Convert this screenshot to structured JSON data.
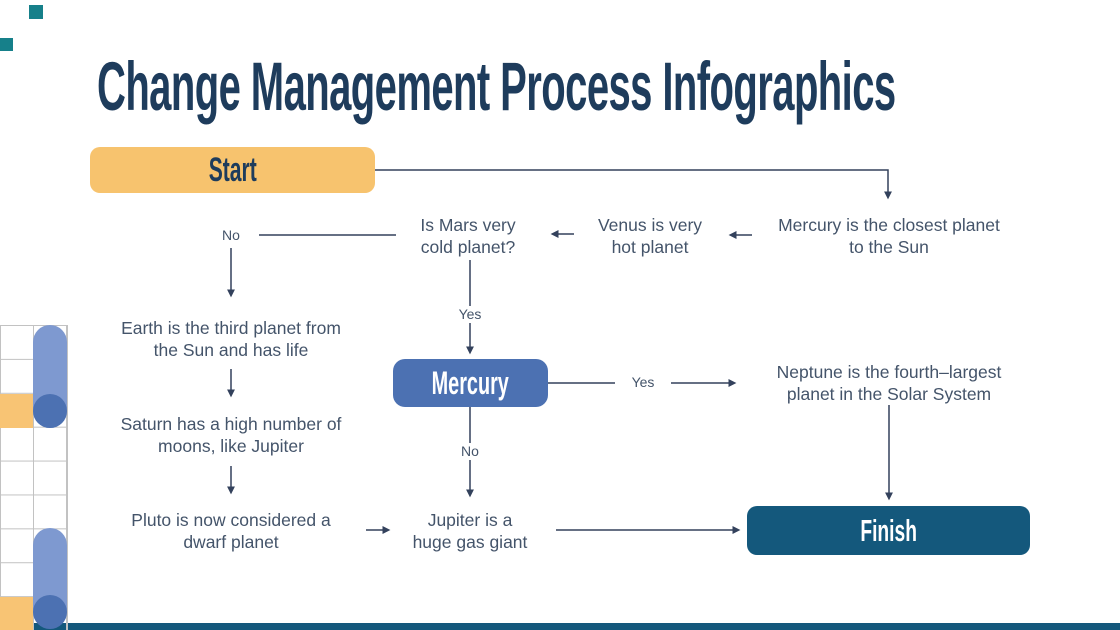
{
  "slide": {
    "title": "Change Management Process Infographics",
    "colors": {
      "title_navy": "#1E3C5C",
      "flow_text": "#44546A",
      "connector": "#33415C",
      "start_fill": "#F7C36E",
      "mercury_fill": "#4C71B2",
      "finish_fill": "#14587C",
      "pill_blue": "#7E99D0",
      "pill_cap_blue": "#4C71B2",
      "grid_cell_orange": "#F8C474",
      "teal_accent": "#16808A"
    }
  },
  "flowchart": {
    "nodes": {
      "start": "Start",
      "mercury": "Mercury",
      "finish": "Finish",
      "mercury_closest": "Mercury is the closest planet\nto the Sun",
      "venus": "Venus is very\nhot planet",
      "mars": "Is Mars very\ncold planet?",
      "earth": "Earth is the third planet from\nthe Sun and has life",
      "saturn": "Saturn has a high number of\nmoons, like Jupiter",
      "pluto": "Pluto is now considered a\ndwarf planet",
      "jupiter": "Jupiter is a\nhuge gas giant",
      "neptune": "Neptune is the fourth–largest\nplanet in the Solar System"
    },
    "edge_labels": {
      "no_mars": "No",
      "yes_mars": "Yes",
      "yes_mercury": "Yes",
      "no_mercury": "No"
    }
  }
}
